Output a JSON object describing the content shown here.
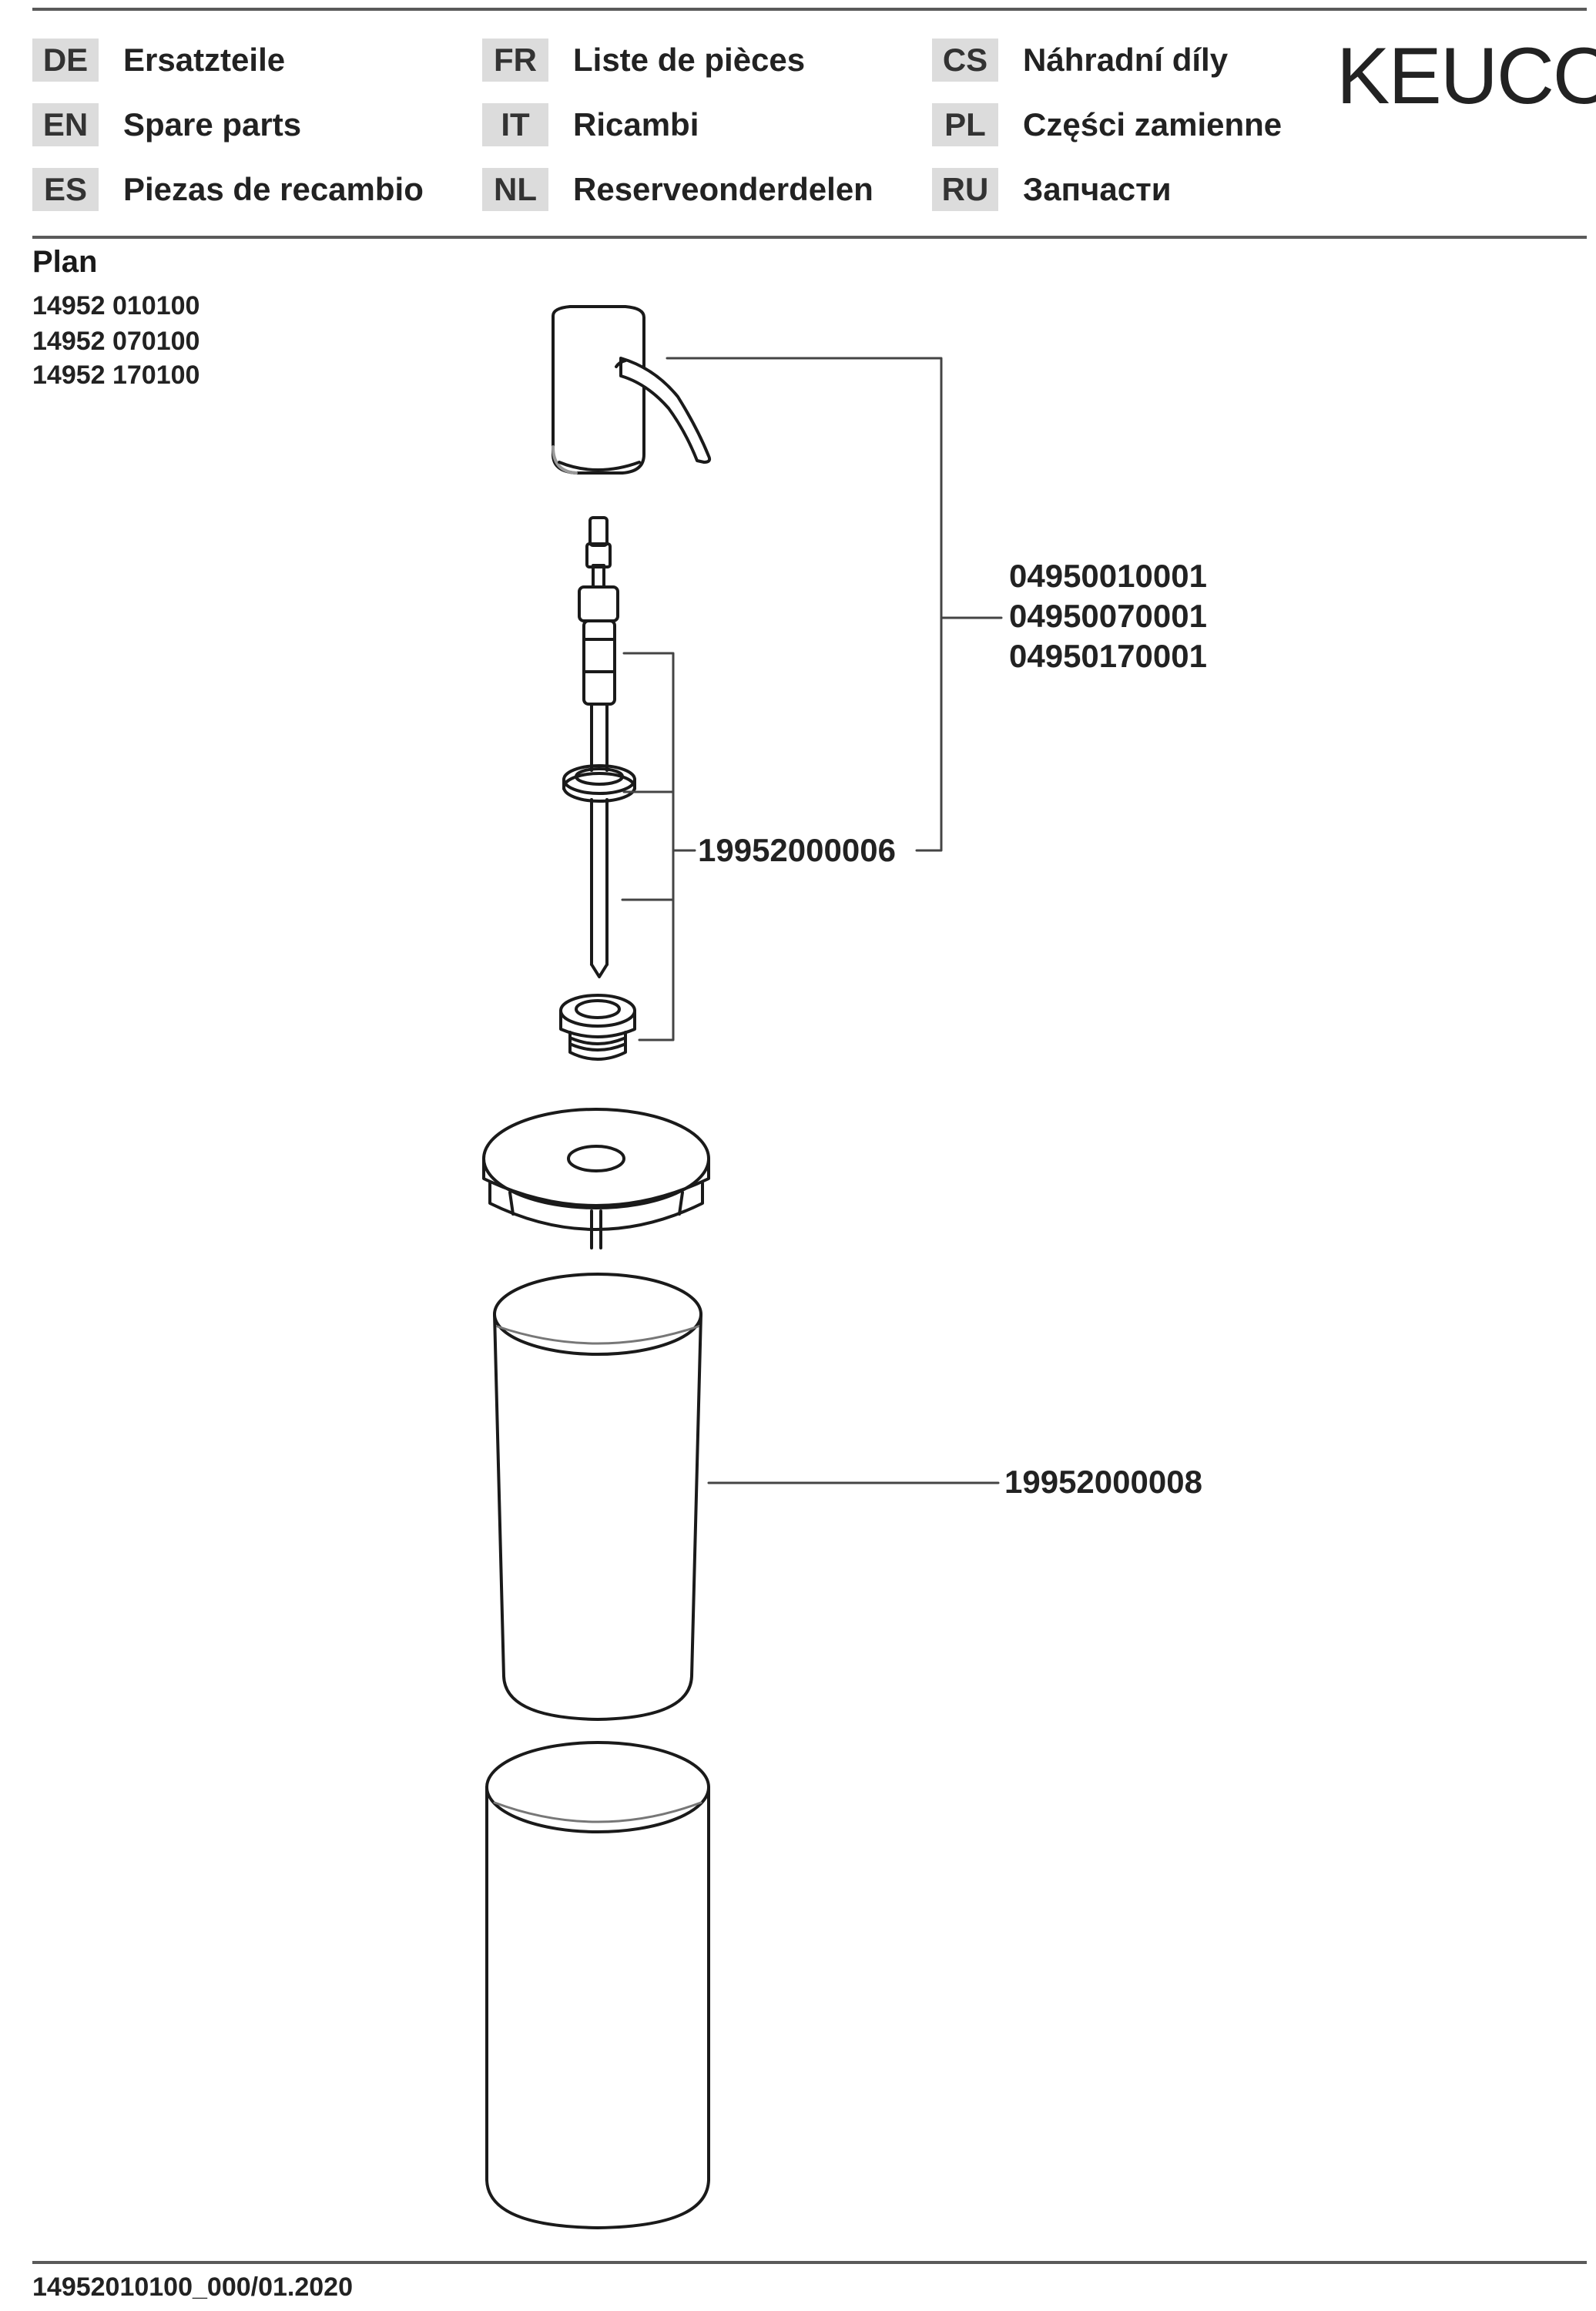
{
  "header": {
    "languages": [
      {
        "code": "DE",
        "name": "Ersatzteile"
      },
      {
        "code": "EN",
        "name": "Spare parts"
      },
      {
        "code": "ES",
        "name": "Piezas de recambio"
      },
      {
        "code": "FR",
        "name": "Liste de pièces"
      },
      {
        "code": "IT",
        "name": "Ricambi"
      },
      {
        "code": "NL",
        "name": "Reserveonderdelen"
      },
      {
        "code": "CS",
        "name": "Náhradní díly"
      },
      {
        "code": "PL",
        "name": "Części zamienne"
      },
      {
        "code": "RU",
        "name": "Запчасти"
      }
    ],
    "brand": "KEUCO"
  },
  "product": {
    "title": "Plan",
    "articles": [
      "14952 010100",
      "14952 070100",
      "14952 170100"
    ]
  },
  "parts": {
    "pump_head": [
      "04950010001",
      "04950070001",
      "04950170001"
    ],
    "pump_set": "19952000006",
    "glass_container": "19952000008"
  },
  "footer": {
    "doc_id": "14952010100_000/01.2020"
  }
}
